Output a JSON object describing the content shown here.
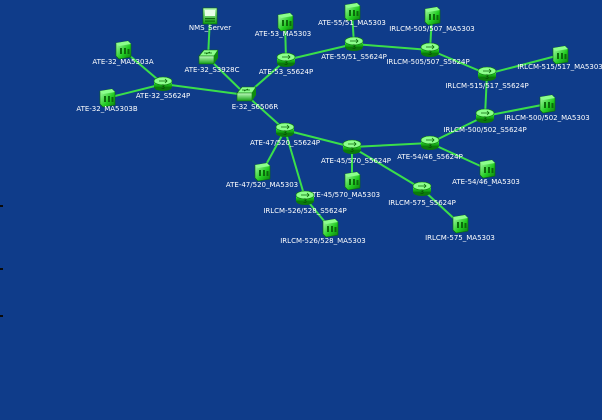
{
  "colors": {
    "background": "#0f3c8a",
    "link": "#3adf4a",
    "device": "#1ec81e",
    "device_light": "#8cff8c",
    "label": "#ffffff"
  },
  "nodes": [
    {
      "id": "nms",
      "kind": "server",
      "label": "NMS_Server"
    },
    {
      "id": "ate32_a",
      "kind": "ma",
      "label": "ATE-32_MA5303A"
    },
    {
      "id": "ate32_3928c",
      "kind": "switch",
      "label": "ATE-32_S3928C"
    },
    {
      "id": "ate32_s5624",
      "kind": "router",
      "label": "ATE-32_S5624P"
    },
    {
      "id": "ate32_b",
      "kind": "ma",
      "label": "ATE-32_MA5303B"
    },
    {
      "id": "core",
      "kind": "switch",
      "label": "E-32_S6506R"
    },
    {
      "id": "ate53_ma",
      "kind": "ma",
      "label": "ATE-53_MA5303"
    },
    {
      "id": "ate53_s",
      "kind": "router",
      "label": "ATE-53_S5624P"
    },
    {
      "id": "ate55_ma",
      "kind": "ma",
      "label": "ATE-55/51_MA5303"
    },
    {
      "id": "ate55_s",
      "kind": "router",
      "label": "ATE-55/51_S5624P"
    },
    {
      "id": "irl505_ma",
      "kind": "ma",
      "label": "IRLCM-505/507_MA5303"
    },
    {
      "id": "irl505_s",
      "kind": "router",
      "label": "IRLCM-505/507_S5624P"
    },
    {
      "id": "irl515_ma",
      "kind": "ma",
      "label": "IRLCM-515/517_MA5303"
    },
    {
      "id": "irl515_s",
      "kind": "router",
      "label": "IRLCM-515/517_S5624P"
    },
    {
      "id": "irl500_ma",
      "kind": "ma",
      "label": "IRLCM-500/502_MA5303"
    },
    {
      "id": "irl500_s",
      "kind": "router",
      "label": "IRLCM-500/502_S5624P"
    },
    {
      "id": "ate47_s",
      "kind": "router",
      "label": "ATE-47/520_S5624P"
    },
    {
      "id": "ate47_ma",
      "kind": "ma",
      "label": "ATE-47/520_MA5303"
    },
    {
      "id": "ate45_s",
      "kind": "router",
      "label": "ATE-45/570_S5624P"
    },
    {
      "id": "ate45_ma",
      "kind": "ma",
      "label": "ATE-45/570_MA5303"
    },
    {
      "id": "ate54_s",
      "kind": "router",
      "label": "ATE-54/46_S5624P"
    },
    {
      "id": "ate54_ma",
      "kind": "ma",
      "label": "ATE-54/46_MA5303"
    },
    {
      "id": "irl526_s",
      "kind": "router",
      "label": "IRLCM-526/528_S5624P"
    },
    {
      "id": "irl526_ma",
      "kind": "ma",
      "label": "IRLCM-526/528_MA5303"
    },
    {
      "id": "irl575_s",
      "kind": "router",
      "label": "IRLCM-575_S5624P"
    },
    {
      "id": "irl575_ma",
      "kind": "ma",
      "label": "IRLCM-575_MA5303"
    }
  ],
  "links": [
    [
      "nms",
      "ate32_3928c"
    ],
    [
      "ate32_3928c",
      "core"
    ],
    [
      "ate32_a",
      "ate32_s5624"
    ],
    [
      "ate32_b",
      "ate32_s5624"
    ],
    [
      "ate32_s5624",
      "core"
    ],
    [
      "core",
      "ate53_s"
    ],
    [
      "ate53_ma",
      "ate53_s"
    ],
    [
      "ate53_s",
      "ate55_s"
    ],
    [
      "ate55_ma",
      "ate55_s"
    ],
    [
      "ate55_s",
      "irl505_s"
    ],
    [
      "irl505_ma",
      "irl505_s"
    ],
    [
      "irl505_s",
      "irl515_s"
    ],
    [
      "irl515_ma",
      "irl515_s"
    ],
    [
      "irl515_s",
      "irl500_s"
    ],
    [
      "irl500_ma",
      "irl500_s"
    ],
    [
      "core",
      "ate47_s"
    ],
    [
      "ate47_s",
      "ate47_ma"
    ],
    [
      "ate47_s",
      "irl526_s"
    ],
    [
      "irl526_s",
      "irl526_ma"
    ],
    [
      "ate47_s",
      "ate45_s"
    ],
    [
      "ate45_s",
      "ate45_ma"
    ],
    [
      "ate45_s",
      "ate54_s"
    ],
    [
      "ate54_s",
      "irl500_s"
    ],
    [
      "ate54_s",
      "ate54_ma"
    ],
    [
      "ate45_s",
      "irl575_s"
    ],
    [
      "irl575_s",
      "irl575_ma"
    ]
  ]
}
